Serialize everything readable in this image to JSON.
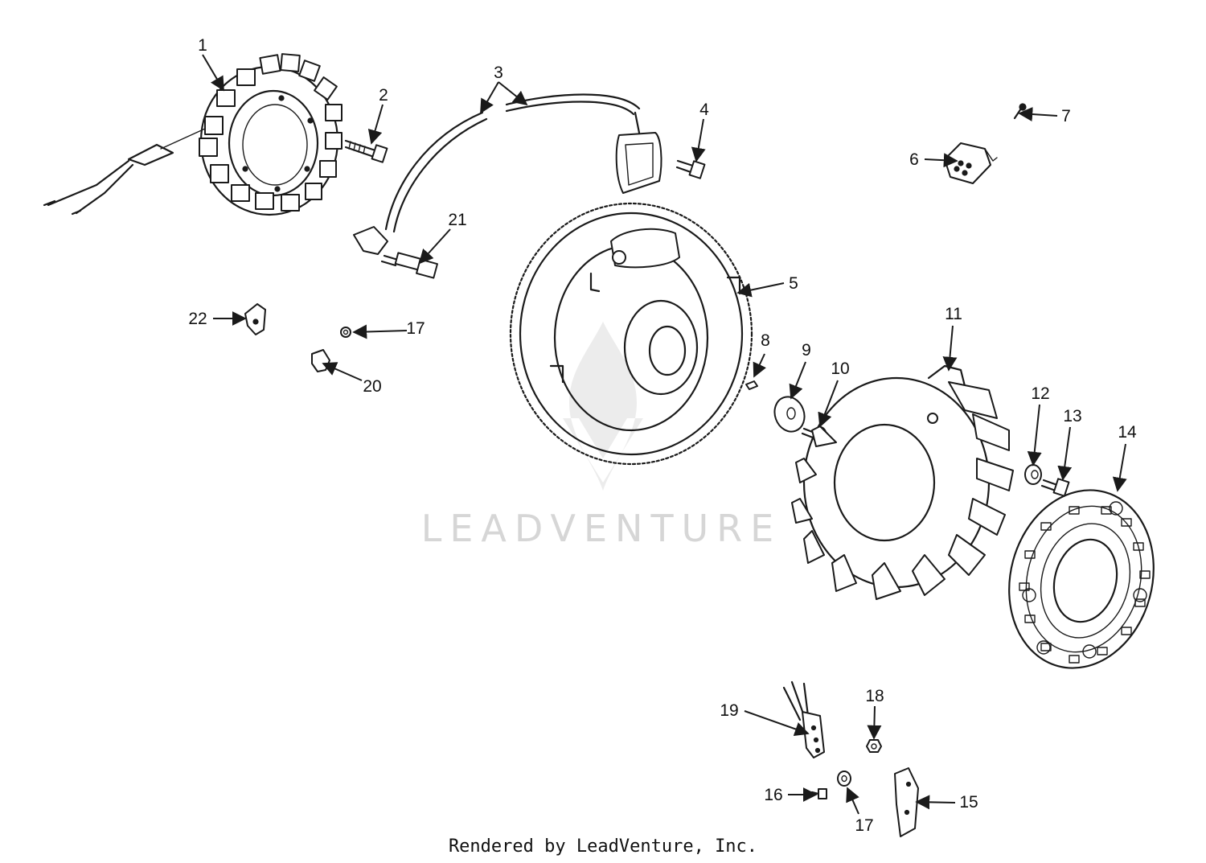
{
  "diagram": {
    "callouts": [
      {
        "id": "1",
        "label": "1"
      },
      {
        "id": "2",
        "label": "2"
      },
      {
        "id": "3",
        "label": "3"
      },
      {
        "id": "4",
        "label": "4"
      },
      {
        "id": "5",
        "label": "5"
      },
      {
        "id": "6",
        "label": "6"
      },
      {
        "id": "7",
        "label": "7"
      },
      {
        "id": "8",
        "label": "8"
      },
      {
        "id": "9",
        "label": "9"
      },
      {
        "id": "10",
        "label": "10"
      },
      {
        "id": "11",
        "label": "11"
      },
      {
        "id": "12",
        "label": "12"
      },
      {
        "id": "13",
        "label": "13"
      },
      {
        "id": "14",
        "label": "14"
      },
      {
        "id": "15",
        "label": "15"
      },
      {
        "id": "16",
        "label": "16"
      },
      {
        "id": "17a",
        "label": "17"
      },
      {
        "id": "17b",
        "label": "17"
      },
      {
        "id": "18",
        "label": "18"
      },
      {
        "id": "19",
        "label": "19"
      },
      {
        "id": "20",
        "label": "20"
      },
      {
        "id": "21",
        "label": "21"
      },
      {
        "id": "22",
        "label": "22"
      }
    ]
  },
  "watermark": {
    "text": "LEADVENTURE"
  },
  "footer": {
    "text": "Rendered by LeadVenture, Inc."
  },
  "colors": {
    "ink": "#1a1a1a",
    "watermark": "#d6d6d6",
    "background": "#ffffff"
  }
}
